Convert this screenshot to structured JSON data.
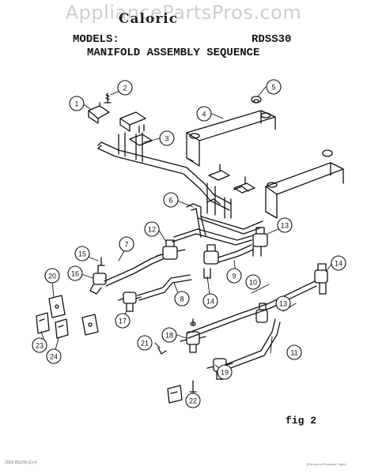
{
  "watermark": "AppliancePartsPros.com",
  "header": {
    "brand": "Caloric",
    "models_label": "MODELS:",
    "models_value": "RDSS30",
    "subtitle": "MANIFOLD ASSEMBLY SEQUENCE"
  },
  "figure_label": "fig 2",
  "footer": {
    "stamp_left": "2003-R5278-(C)-4",
    "stamp_right": "(Printed on Recycled Paper)"
  },
  "callouts": [
    "1",
    "2",
    "3",
    "4",
    "5",
    "6",
    "7",
    "8",
    "9",
    "10",
    "11",
    "12",
    "13",
    "13",
    "14",
    "14",
    "15",
    "16",
    "17",
    "18",
    "19",
    "20",
    "21",
    "22",
    "23",
    "24"
  ]
}
